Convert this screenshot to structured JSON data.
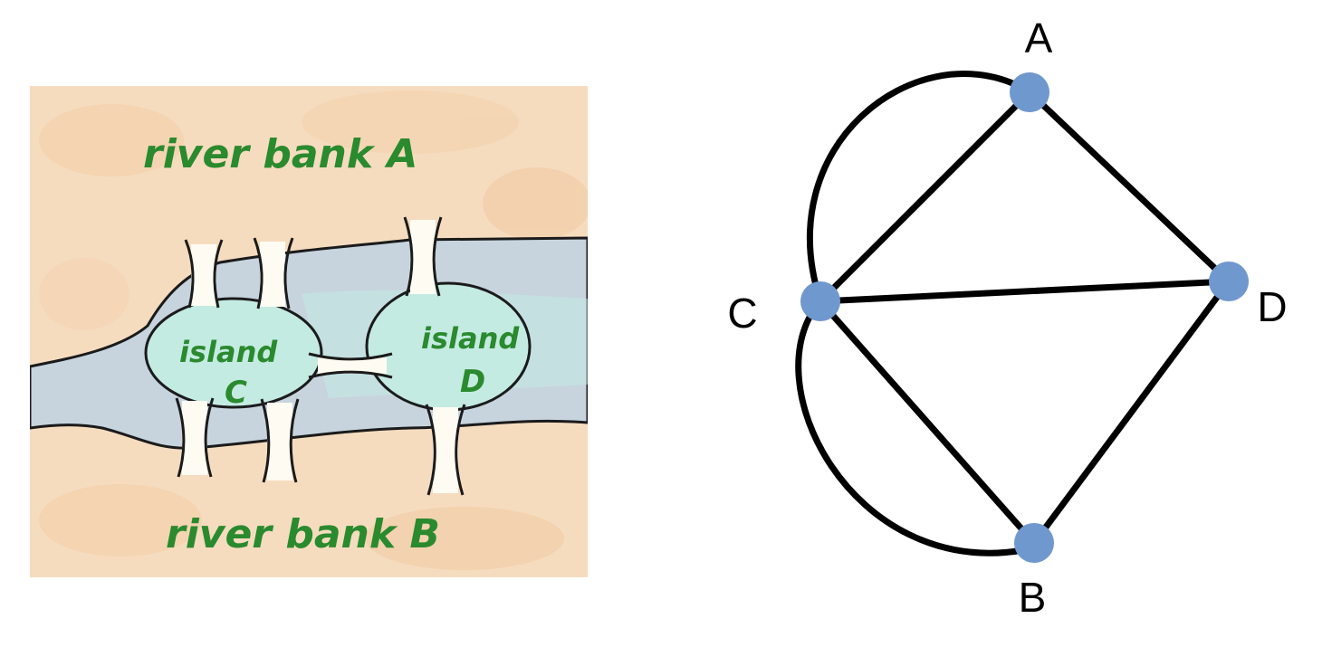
{
  "map": {
    "bank_a": "river bank A",
    "bank_b": "river bank B",
    "island_c": {
      "line1": "island",
      "line2": "C"
    },
    "island_d": {
      "line1": "island",
      "line2": "D"
    },
    "colors": {
      "land": "#f6dcbf",
      "water": "#c7d4de",
      "island": "#c4ebe2",
      "bridge": "#fdfbf2",
      "ink": "#1b1b1b",
      "text": "#2a8a2e"
    }
  },
  "graph": {
    "nodes": [
      {
        "id": "A",
        "label": "A"
      },
      {
        "id": "B",
        "label": "B"
      },
      {
        "id": "C",
        "label": "C"
      },
      {
        "id": "D",
        "label": "D"
      }
    ],
    "edges": [
      {
        "from": "C",
        "to": "A",
        "kind": "straight"
      },
      {
        "from": "C",
        "to": "A",
        "kind": "curved"
      },
      {
        "from": "C",
        "to": "B",
        "kind": "straight"
      },
      {
        "from": "C",
        "to": "B",
        "kind": "curved"
      },
      {
        "from": "C",
        "to": "D",
        "kind": "straight"
      },
      {
        "from": "A",
        "to": "D",
        "kind": "straight"
      },
      {
        "from": "B",
        "to": "D",
        "kind": "straight"
      }
    ],
    "colors": {
      "node": "#6f98cf",
      "edge": "#000000",
      "label": "#000000"
    }
  }
}
